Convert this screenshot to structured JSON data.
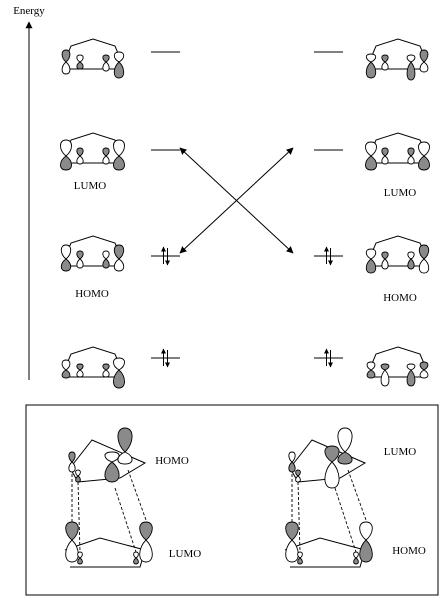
{
  "axis": {
    "label": "Energy"
  },
  "left_column": {
    "levels": [
      {
        "name": "level-1",
        "label": "",
        "electrons": 0
      },
      {
        "name": "level-2",
        "label": "LUMO",
        "electrons": 0
      },
      {
        "name": "level-3",
        "label": "HOMO",
        "electrons": 2
      },
      {
        "name": "level-4",
        "label": "",
        "electrons": 2
      }
    ]
  },
  "right_column": {
    "levels": [
      {
        "name": "level-1",
        "label": "",
        "electrons": 0
      },
      {
        "name": "level-2",
        "label": "LUMO",
        "electrons": 0
      },
      {
        "name": "level-3",
        "label": "HOMO",
        "electrons": 2
      },
      {
        "name": "level-4",
        "label": "",
        "electrons": 2
      }
    ]
  },
  "inset": {
    "left_pair": {
      "top_label": "HOMO",
      "bottom_label": "LUMO"
    },
    "right_pair": {
      "top_label": "LUMO",
      "bottom_label": "HOMO"
    }
  }
}
